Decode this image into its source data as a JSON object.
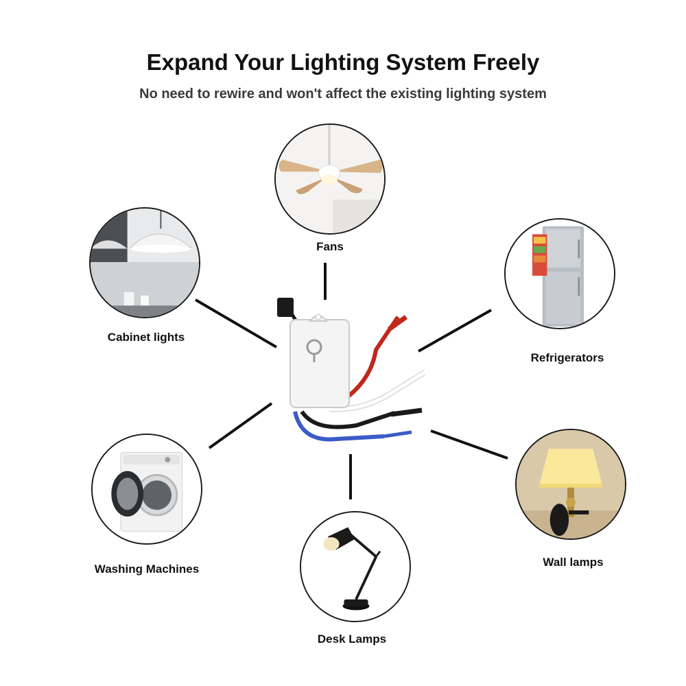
{
  "header": {
    "title": "Expand Your Lighting System Freely",
    "subtitle": "No need to rewire and won't affect the existing lighting system"
  },
  "appliances": {
    "fans": {
      "label": "Fans",
      "icon": "ceiling-fan-icon"
    },
    "cabinet": {
      "label": "Cabinet lights",
      "icon": "pendant-lamp-icon"
    },
    "fridge": {
      "label": "Refrigerators",
      "icon": "refrigerator-icon"
    },
    "washer": {
      "label": "Washing Machines",
      "icon": "washing-machine-icon"
    },
    "desk": {
      "label": "Desk Lamps",
      "icon": "desk-lamp-icon"
    },
    "wall": {
      "label": "Wall lamps",
      "icon": "wall-lamp-icon"
    }
  },
  "device": {
    "icon": "relay-module-icon",
    "wire_colors": [
      "#c0281c",
      "#f2f2f2",
      "#1a1a1a",
      "#3a5bc8"
    ]
  },
  "colors": {
    "connector": "#111111",
    "circle_border": "#1a1a1a"
  }
}
